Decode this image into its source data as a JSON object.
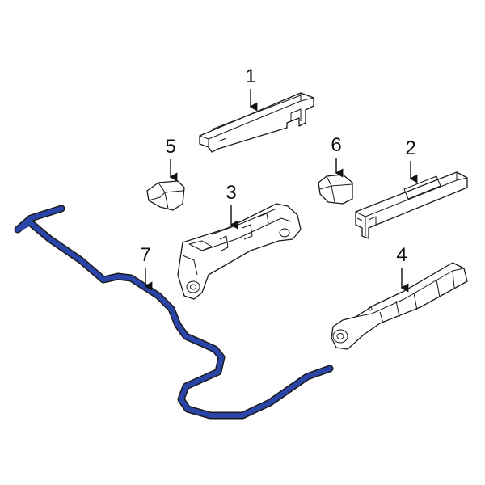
{
  "callouts": [
    {
      "id": "1"
    },
    {
      "id": "2"
    },
    {
      "id": "3"
    },
    {
      "id": "4"
    },
    {
      "id": "5"
    },
    {
      "id": "6"
    },
    {
      "id": "7"
    }
  ],
  "colors": {
    "highlight": "#2a45a8",
    "outline": "#1a1a1a"
  }
}
